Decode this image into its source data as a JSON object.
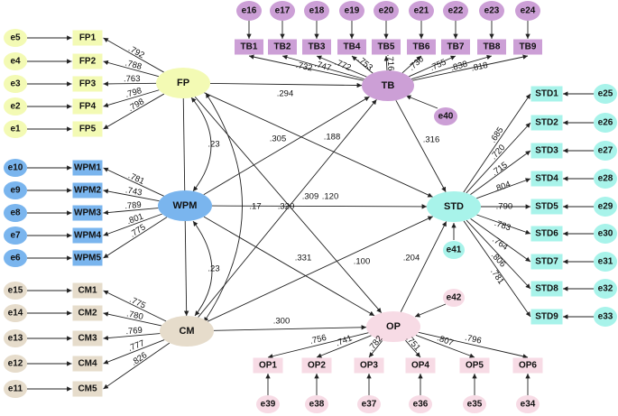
{
  "colors": {
    "FP": "#f3fab4",
    "TB": "#cc9fd6",
    "WPM": "#7ab5ee",
    "CM": "#e6dccb",
    "STD": "#a8f3ea",
    "OP": "#f7dbe5",
    "line": "#222222"
  },
  "latents": {
    "FP": "FP",
    "TB": "TB",
    "WPM": "WPM",
    "CM": "CM",
    "STD": "STD",
    "OP": "OP"
  },
  "fp": {
    "items": [
      "FP1",
      "FP2",
      "FP3",
      "FP4",
      "FP5"
    ],
    "errors": [
      "e5",
      "e4",
      "e3",
      "e2",
      "e1"
    ],
    "loadings": [
      ".792",
      ".788",
      ".763",
      ".798",
      ".798"
    ]
  },
  "wpm": {
    "items": [
      "WPM1",
      "WPM2",
      "WPM3",
      "WPM4",
      "WPM5"
    ],
    "errors": [
      "e10",
      "e9",
      "e8",
      "e7",
      "e6"
    ],
    "loadings": [
      ".781",
      ".743",
      ".789",
      ".801",
      ".775"
    ]
  },
  "cm": {
    "items": [
      "CM1",
      "CM2",
      "CM3",
      "CM4",
      "CM5"
    ],
    "errors": [
      "e15",
      "e14",
      "e13",
      "e12",
      "e11"
    ],
    "loadings": [
      ".775",
      ".780",
      ".769",
      ".777",
      ".826"
    ]
  },
  "tb": {
    "items": [
      "TB1",
      "TB2",
      "TB3",
      "TB4",
      "TB5",
      "TB6",
      "TB7",
      "TB8",
      "TB9"
    ],
    "errors": [
      "e16",
      "e17",
      "e18",
      "e19",
      "e20",
      "e21",
      "e22",
      "e23",
      "e24"
    ],
    "loadings": [
      ".732",
      ".747",
      ".772",
      ".753",
      ".716",
      ".730",
      ".755",
      ".838",
      ".818"
    ],
    "disturbance": "e40"
  },
  "std": {
    "items": [
      "STD1",
      "STD2",
      "STD3",
      "STD4",
      "STD5",
      "STD6",
      "STD7",
      "STD8",
      "STD9"
    ],
    "errors": [
      "e25",
      "e26",
      "e27",
      "e28",
      "e29",
      "e30",
      "e31",
      "e32",
      "e33"
    ],
    "loadings": [
      ".685",
      ".720",
      ".715",
      ".804",
      ".790",
      ".783",
      ".764",
      ".806",
      ".781"
    ],
    "disturbance": "e41"
  },
  "op": {
    "items": [
      "OP1",
      "OP2",
      "OP3",
      "OP4",
      "OP5",
      "OP6"
    ],
    "errors": [
      "e39",
      "e38",
      "e37",
      "e36",
      "e35",
      "e34"
    ],
    "loadings": [
      ".756",
      ".741",
      ".782",
      ".751",
      ".807",
      ".796"
    ],
    "disturbance": "e42"
  },
  "paths": {
    "fp_tb": ".294",
    "fp_std": ".188",
    "fp_op": ".309",
    "fp_cm": ".305",
    "wpm_tb": ".17",
    "wpm_std": ".320",
    "wpm_op": ".331",
    "cm_tb": ".120",
    "cm_std": ".100",
    "cm_op": ".300",
    "tb_std": ".316",
    "op_std": ".204"
  },
  "covariances": {
    "fp_wpm": ".23",
    "wpm_cm": ".23"
  }
}
